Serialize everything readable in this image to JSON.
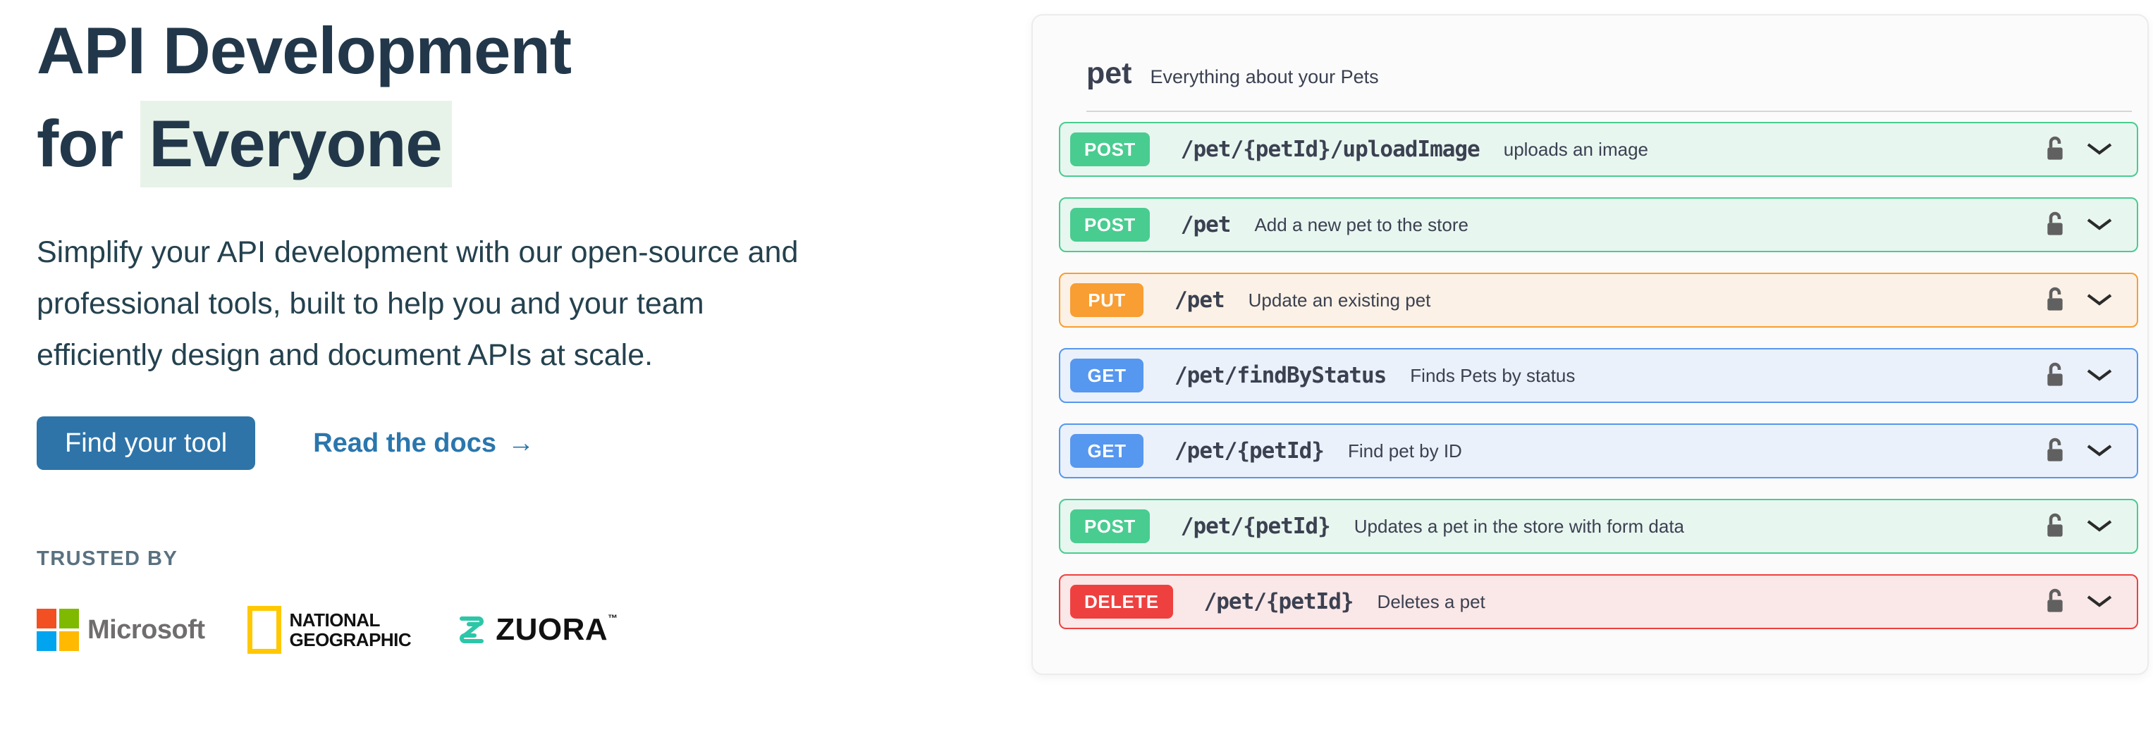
{
  "hero": {
    "title_line1": "API Development",
    "title_line2_prefix": "for ",
    "title_line2_highlight": "Everyone",
    "description": "Simplify your API development with our open-source and professional tools, built to help you and your team efficiently design and document APIs at scale.",
    "primary_cta_label": "Find your tool",
    "secondary_cta_label": "Read the docs",
    "secondary_cta_arrow": "→",
    "trusted_by_label": "TRUSTED BY",
    "logos": {
      "microsoft_text": "Microsoft",
      "natgeo_line1": "NATIONAL",
      "natgeo_line2": "GEOGRAPHIC",
      "zuora_text": "ZUORA",
      "zuora_tm": "™"
    }
  },
  "api_panel": {
    "tag": "pet",
    "tag_description": "Everything about your Pets",
    "endpoints": [
      {
        "method": "POST",
        "path": "/pet/{petId}/uploadImage",
        "summary": "uploads an image"
      },
      {
        "method": "POST",
        "path": "/pet",
        "summary": "Add a new pet to the store"
      },
      {
        "method": "PUT",
        "path": "/pet",
        "summary": "Update an existing pet"
      },
      {
        "method": "GET",
        "path": "/pet/findByStatus",
        "summary": "Finds Pets by status"
      },
      {
        "method": "GET",
        "path": "/pet/{petId}",
        "summary": "Find pet by ID"
      },
      {
        "method": "POST",
        "path": "/pet/{petId}",
        "summary": "Updates a pet in the store with form data"
      },
      {
        "method": "DELETE",
        "path": "/pet/{petId}",
        "summary": "Deletes a pet"
      }
    ],
    "method_colors": {
      "GET": {
        "accent": "#5697ef",
        "bg": "rgba(84,154,245,0.10)"
      },
      "POST": {
        "accent": "#49cc90",
        "bg": "rgba(73,204,144,0.10)"
      },
      "PUT": {
        "accent": "#f89e32",
        "bg": "rgba(252,161,48,0.10)"
      },
      "DELETE": {
        "accent": "#ef4040",
        "bg": "rgba(249,62,62,0.10)"
      }
    }
  },
  "colors": {
    "heading": "#22384a",
    "body_text": "#24414e",
    "highlight_bg": "#e7f3e8",
    "primary_button_bg": "#2e74a8",
    "link": "#2a76ad",
    "panel_bg": "#fbfbfb",
    "panel_text": "#3b4151"
  }
}
